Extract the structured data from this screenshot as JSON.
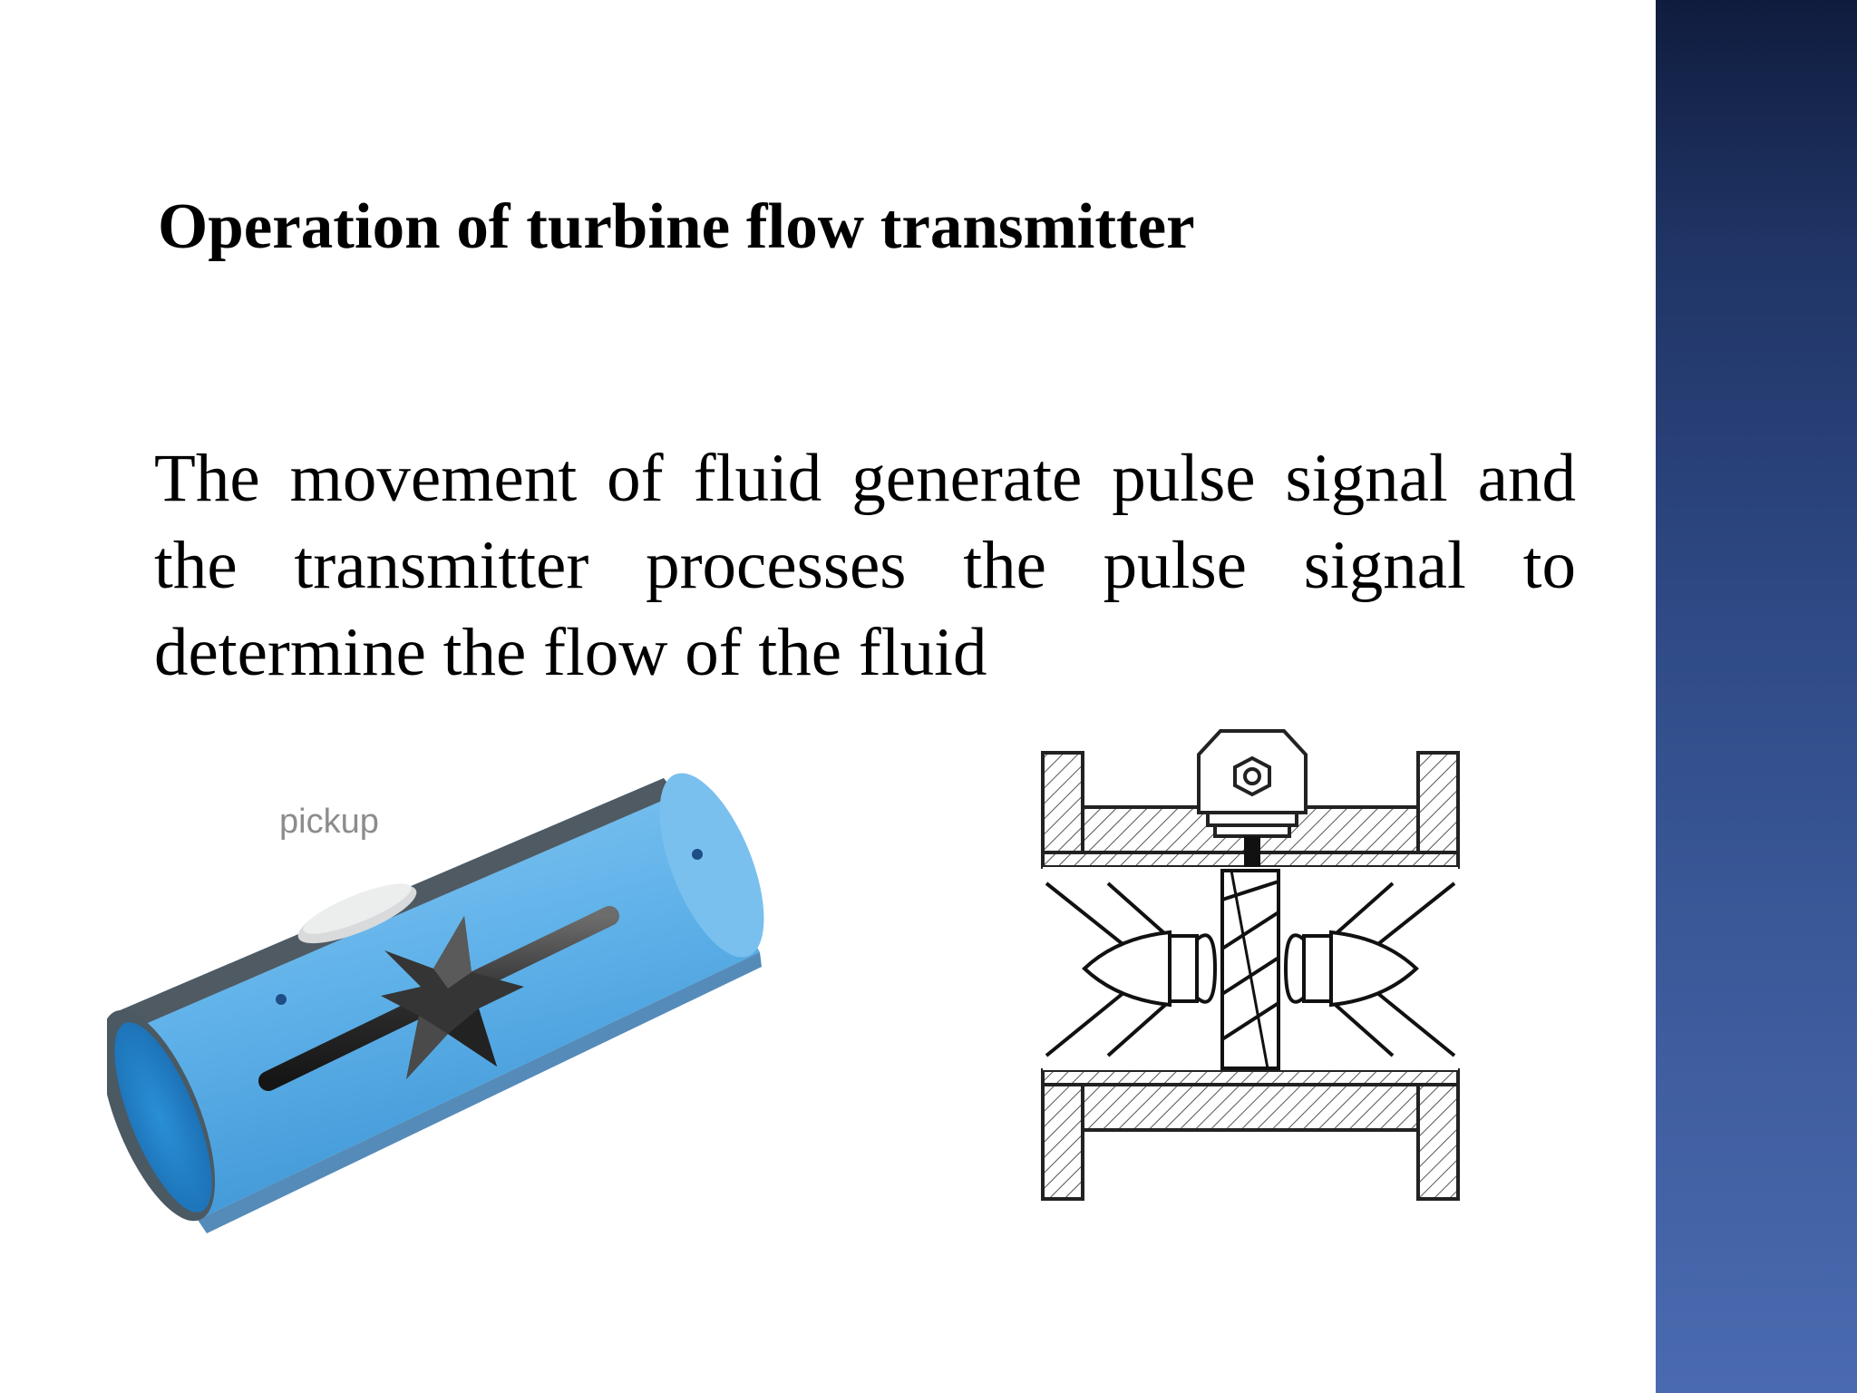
{
  "slide": {
    "title": "Operation of turbine flow transmitter",
    "body": "The movement of fluid generate pulse signal and the transmitter processes the pulse signal to determine the flow of the fluid"
  },
  "figures": {
    "pipe": {
      "label": "pickup",
      "icon": "turbine-pipe-cutaway-icon"
    },
    "section": {
      "icon": "turbine-cross-section-icon"
    }
  },
  "colors": {
    "sidebar_top": "#101c3e",
    "sidebar_bottom": "#4a6ab0",
    "pipe_blue": "#5fb0e8",
    "text": "#000000"
  }
}
